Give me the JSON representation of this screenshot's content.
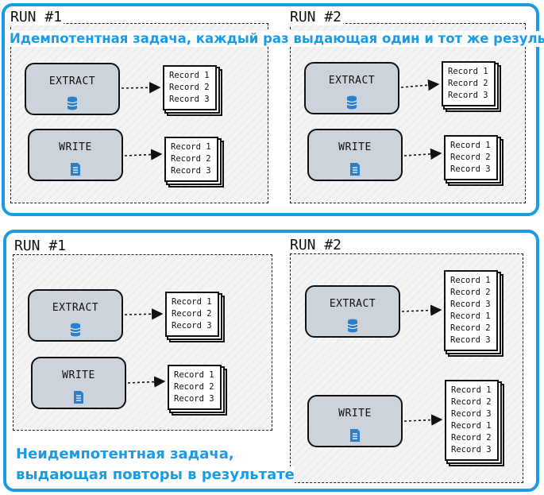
{
  "top": {
    "caption": "Идемпотентная задача, каждый раз выдающая один и тот же результат",
    "run1": {
      "label": "RUN #1",
      "extract": {
        "label": "EXTRACT",
        "icon": "database-icon",
        "records": [
          "Record 1",
          "Record 2",
          "Record 3"
        ]
      },
      "write": {
        "label": "WRITE",
        "icon": "document-icon",
        "records": [
          "Record 1",
          "Record 2",
          "Record 3"
        ]
      }
    },
    "run2": {
      "label": "RUN #2",
      "extract": {
        "label": "EXTRACT",
        "icon": "database-icon",
        "records": [
          "Record 1",
          "Record 2",
          "Record 3"
        ]
      },
      "write": {
        "label": "WRITE",
        "icon": "document-icon",
        "records": [
          "Record 1",
          "Record 2",
          "Record 3"
        ]
      }
    }
  },
  "bottom": {
    "caption_line1": "Неидемпотентная задача,",
    "caption_line2": "выдающая повторы в результате",
    "run1": {
      "label": "RUN #1",
      "extract": {
        "label": "EXTRACT",
        "icon": "database-icon",
        "records": [
          "Record 1",
          "Record 2",
          "Record 3"
        ]
      },
      "write": {
        "label": "WRITE",
        "icon": "document-icon",
        "records": [
          "Record 1",
          "Record 2",
          "Record 3"
        ]
      }
    },
    "run2": {
      "label": "RUN #2",
      "extract": {
        "label": "EXTRACT",
        "icon": "database-icon",
        "records": [
          "Record 1",
          "Record 2",
          "Record 3",
          "Record 1",
          "Record 2",
          "Record 3"
        ]
      },
      "write": {
        "label": "WRITE",
        "icon": "document-icon",
        "records": [
          "Record 1",
          "Record 2",
          "Record 3",
          "Record 1",
          "Record 2",
          "Record 3"
        ]
      }
    }
  },
  "colors": {
    "accent": "#1a9be6",
    "task_fill": "#cdd3db",
    "icon": "#2c7fc9"
  }
}
